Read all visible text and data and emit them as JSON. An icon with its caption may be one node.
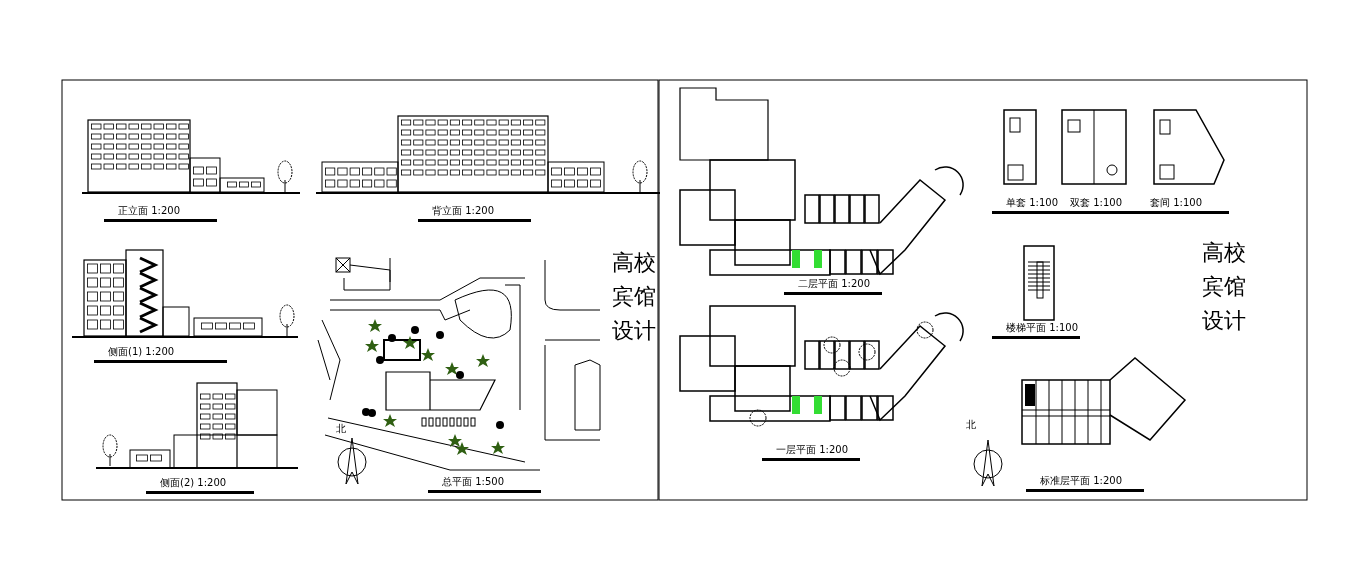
{
  "diagram": {
    "labels": [
      "正立面 1:200",
      "背立面 1:200",
      "高校宾馆设计",
      "侧面(1) 1:200",
      "北",
      "侧面(2) 1:200",
      "总平面 1:500",
      "单套 1:100",
      "双套 1:100",
      "套间 1:100",
      "高校宾馆设计",
      "二层平面 1:200",
      "楼梯平面 1:100",
      "北",
      "一层平面 1:200",
      "标准层平面 1:200"
    ]
  }
}
